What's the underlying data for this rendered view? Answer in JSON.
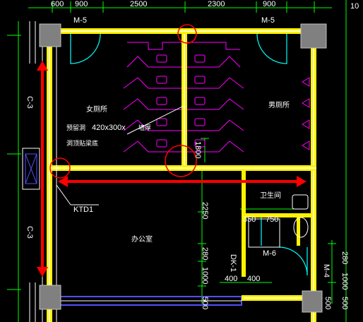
{
  "top_dims": {
    "d600": "600",
    "d900a": "900",
    "d2500": "2500",
    "d2300": "2300",
    "d900b": "900",
    "d10": "10"
  },
  "rooms": {
    "women": "女厕所",
    "men": "男厕所",
    "office": "办公室",
    "restroom": "卫生间"
  },
  "notes": {
    "opening": "预留洞",
    "opening_size": "420x300x",
    "wall_thick": "墙厚",
    "top_bottom": "洞顶贴梁底"
  },
  "doors": {
    "m5_left": "M-5",
    "m5_right": "M-5",
    "m6": "M-6",
    "m4": "M-4",
    "dk1": "DK-1"
  },
  "columns": {
    "c3_upper": "C-3",
    "c3_lower": "C-3"
  },
  "callout": {
    "ktd1": "KTD1"
  },
  "dims": {
    "v1800": "1800",
    "v2250": "2250",
    "v280a": "280",
    "v1000a": "1000",
    "v500a": "500",
    "v280b": "280",
    "v1000b": "1000",
    "v500b": "500",
    "v500c": "500",
    "h350": "350",
    "h750": "750",
    "h400a": "400",
    "h400b": "400"
  },
  "colors": {
    "wall": "#fff200",
    "wall_core": "#fffbd0",
    "column": "#808080",
    "fixture": "#ff00ff",
    "dim_line": "#00ff00",
    "door": "#00ffff",
    "annotation": "#ff0000",
    "window": "#5050ff"
  }
}
